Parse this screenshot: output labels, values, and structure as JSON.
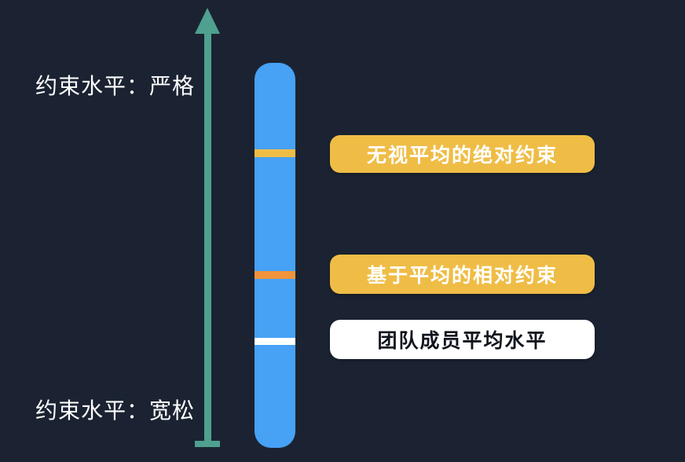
{
  "colors": {
    "bg": "#1B2332",
    "teal": "#4FA08F",
    "blue": "#47A1F4",
    "yellow": "#EFBD46",
    "orange": "#F0943C",
    "white": "#FFFFFF",
    "dark-text": "#10141C"
  },
  "axis": {
    "top_label": "约束水平：严格",
    "bottom_label": "约束水平：宽松"
  },
  "bar": {
    "markers": [
      {
        "name": "absolute-constraint-marker",
        "color": "#EFBD46"
      },
      {
        "name": "relative-constraint-marker",
        "color": "#F0943C"
      },
      {
        "name": "average-level-marker",
        "color": "#FFFFFF"
      }
    ]
  },
  "badges": [
    {
      "label": "无视平均的绝对约束",
      "variant": "yellow"
    },
    {
      "label": "基于平均的相对约束",
      "variant": "yellow"
    },
    {
      "label": "团队成员平均水平",
      "variant": "white"
    }
  ]
}
